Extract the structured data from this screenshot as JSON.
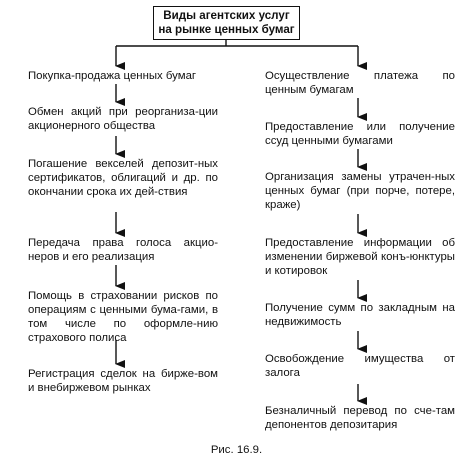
{
  "title_lines": [
    "Виды агентских услуг",
    "на рынке ценных бумаг"
  ],
  "left_items": [
    "Покупка-продажа ценных бумаг",
    "Обмен акций при реорганиза-ции акционерного общества",
    "Погашение векселей депозит-ных сертификатов, облигаций и др. по окончании срока их дей-ствия",
    "Передача права голоса акцио-неров и его реализация",
    "Помощь в страховании рисков по операциям с ценными бума-гами, в том числе по оформле-нию страхового полиса",
    "Регистрация сделок на бирже-вом и внебиржевом рынках"
  ],
  "right_items": [
    "Осуществление платежа по ценным бумагам",
    "Предоставление или получение ссуд ценными бумагами",
    "Организация замены утрачен-ных ценных бумаг (при порче, потере, краже)",
    "Предоставление информации об изменении биржевой конъ-юнктуры и котировок",
    "Получение сумм по закладным на недвижимость",
    "Освобождение имущества от залога",
    "Безналичный перевод по сче-там депонентов депозитария"
  ],
  "caption": "Рис. 16.9."
}
